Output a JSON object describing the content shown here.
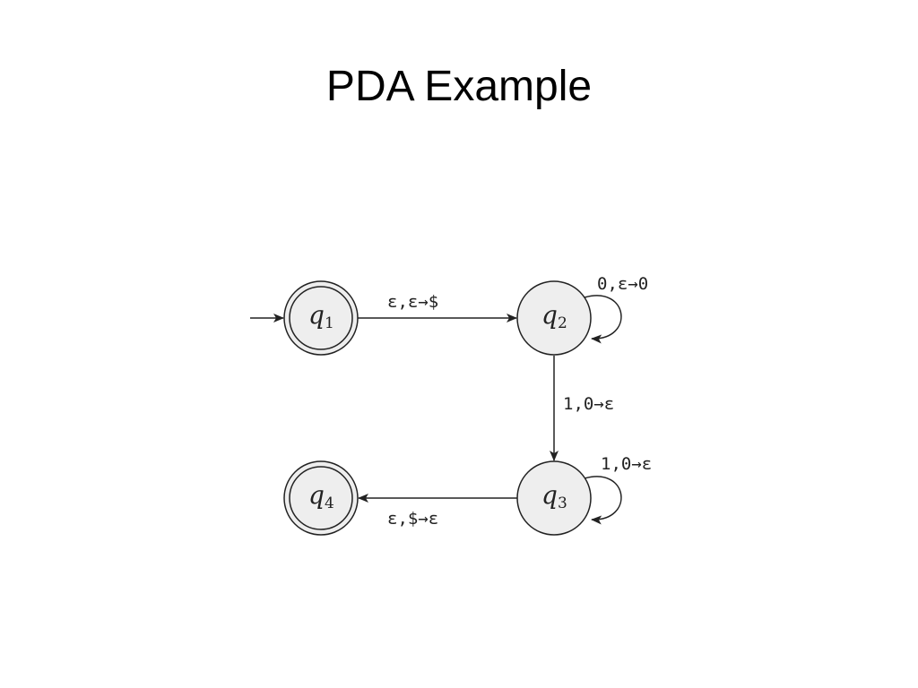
{
  "slide": {
    "title": "PDA Example"
  },
  "diagram": {
    "states": [
      {
        "id": "q1",
        "name": "q",
        "sub": "1",
        "accepting": true,
        "start": true
      },
      {
        "id": "q2",
        "name": "q",
        "sub": "2",
        "accepting": false,
        "start": false
      },
      {
        "id": "q3",
        "name": "q",
        "sub": "3",
        "accepting": false,
        "start": false
      },
      {
        "id": "q4",
        "name": "q",
        "sub": "4",
        "accepting": true,
        "start": false
      }
    ],
    "transitions": [
      {
        "from": "q1",
        "to": "q2",
        "label": "ε,ε→$"
      },
      {
        "from": "q2",
        "to": "q2",
        "label": "0,ε→0"
      },
      {
        "from": "q2",
        "to": "q3",
        "label": "1,0→ε"
      },
      {
        "from": "q3",
        "to": "q3",
        "label": "1,0→ε"
      },
      {
        "from": "q3",
        "to": "q4",
        "label": "ε,$→ε"
      }
    ],
    "colors": {
      "state_fill": "#eeeeee",
      "accept_fill": "#eeeeee",
      "stroke": "#222222"
    }
  }
}
